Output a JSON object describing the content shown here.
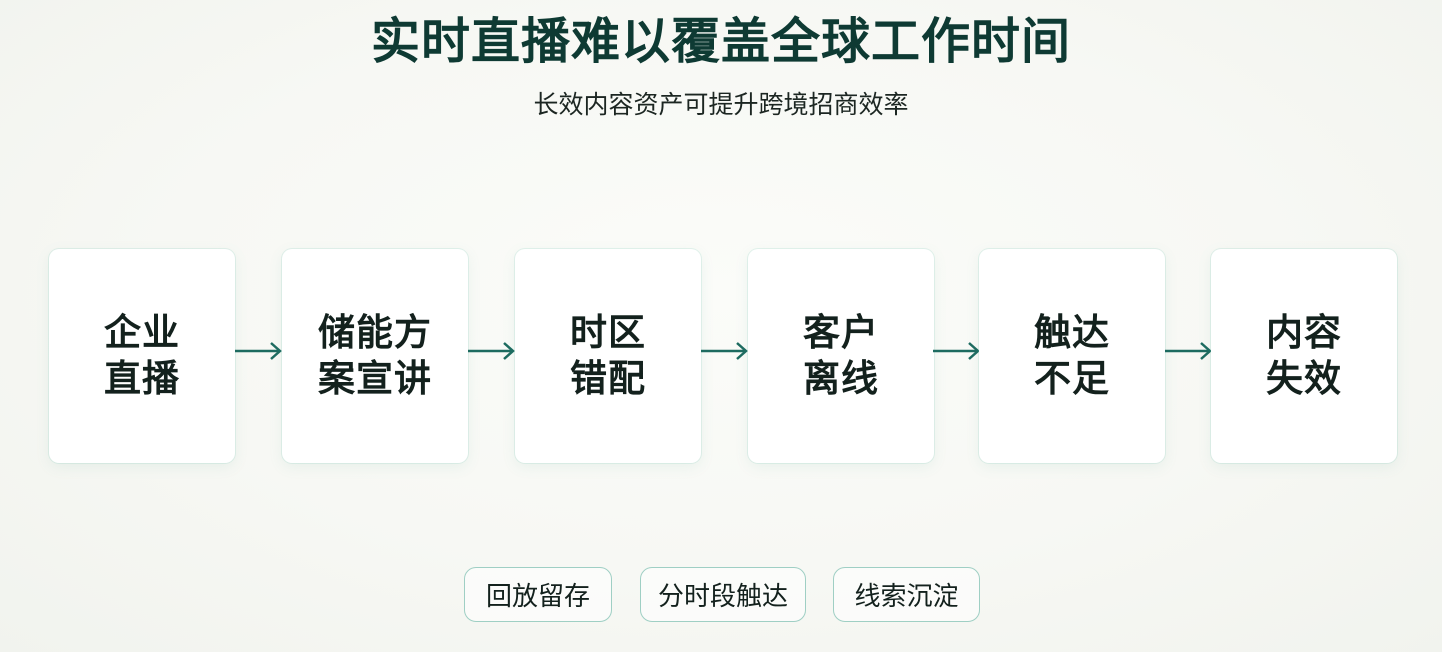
{
  "title": "实时直播难以覆盖全球工作时间",
  "subtitle": "长效内容资产可提升跨境招商效率",
  "steps": [
    {
      "line1": "企业",
      "line2": "直播"
    },
    {
      "line1": "储能方",
      "line2": "案宣讲"
    },
    {
      "line1": "时区",
      "line2": "错配"
    },
    {
      "line1": "客户",
      "line2": "离线"
    },
    {
      "line1": "触达",
      "line2": "不足"
    },
    {
      "line1": "内容",
      "line2": "失效"
    }
  ],
  "tags": [
    "回放留存",
    "分时段触达",
    "线索沉淀"
  ],
  "colors": {
    "title": "#0e3a33",
    "arrow": "#1d6b60",
    "tag_border": "#9fcfc4"
  }
}
